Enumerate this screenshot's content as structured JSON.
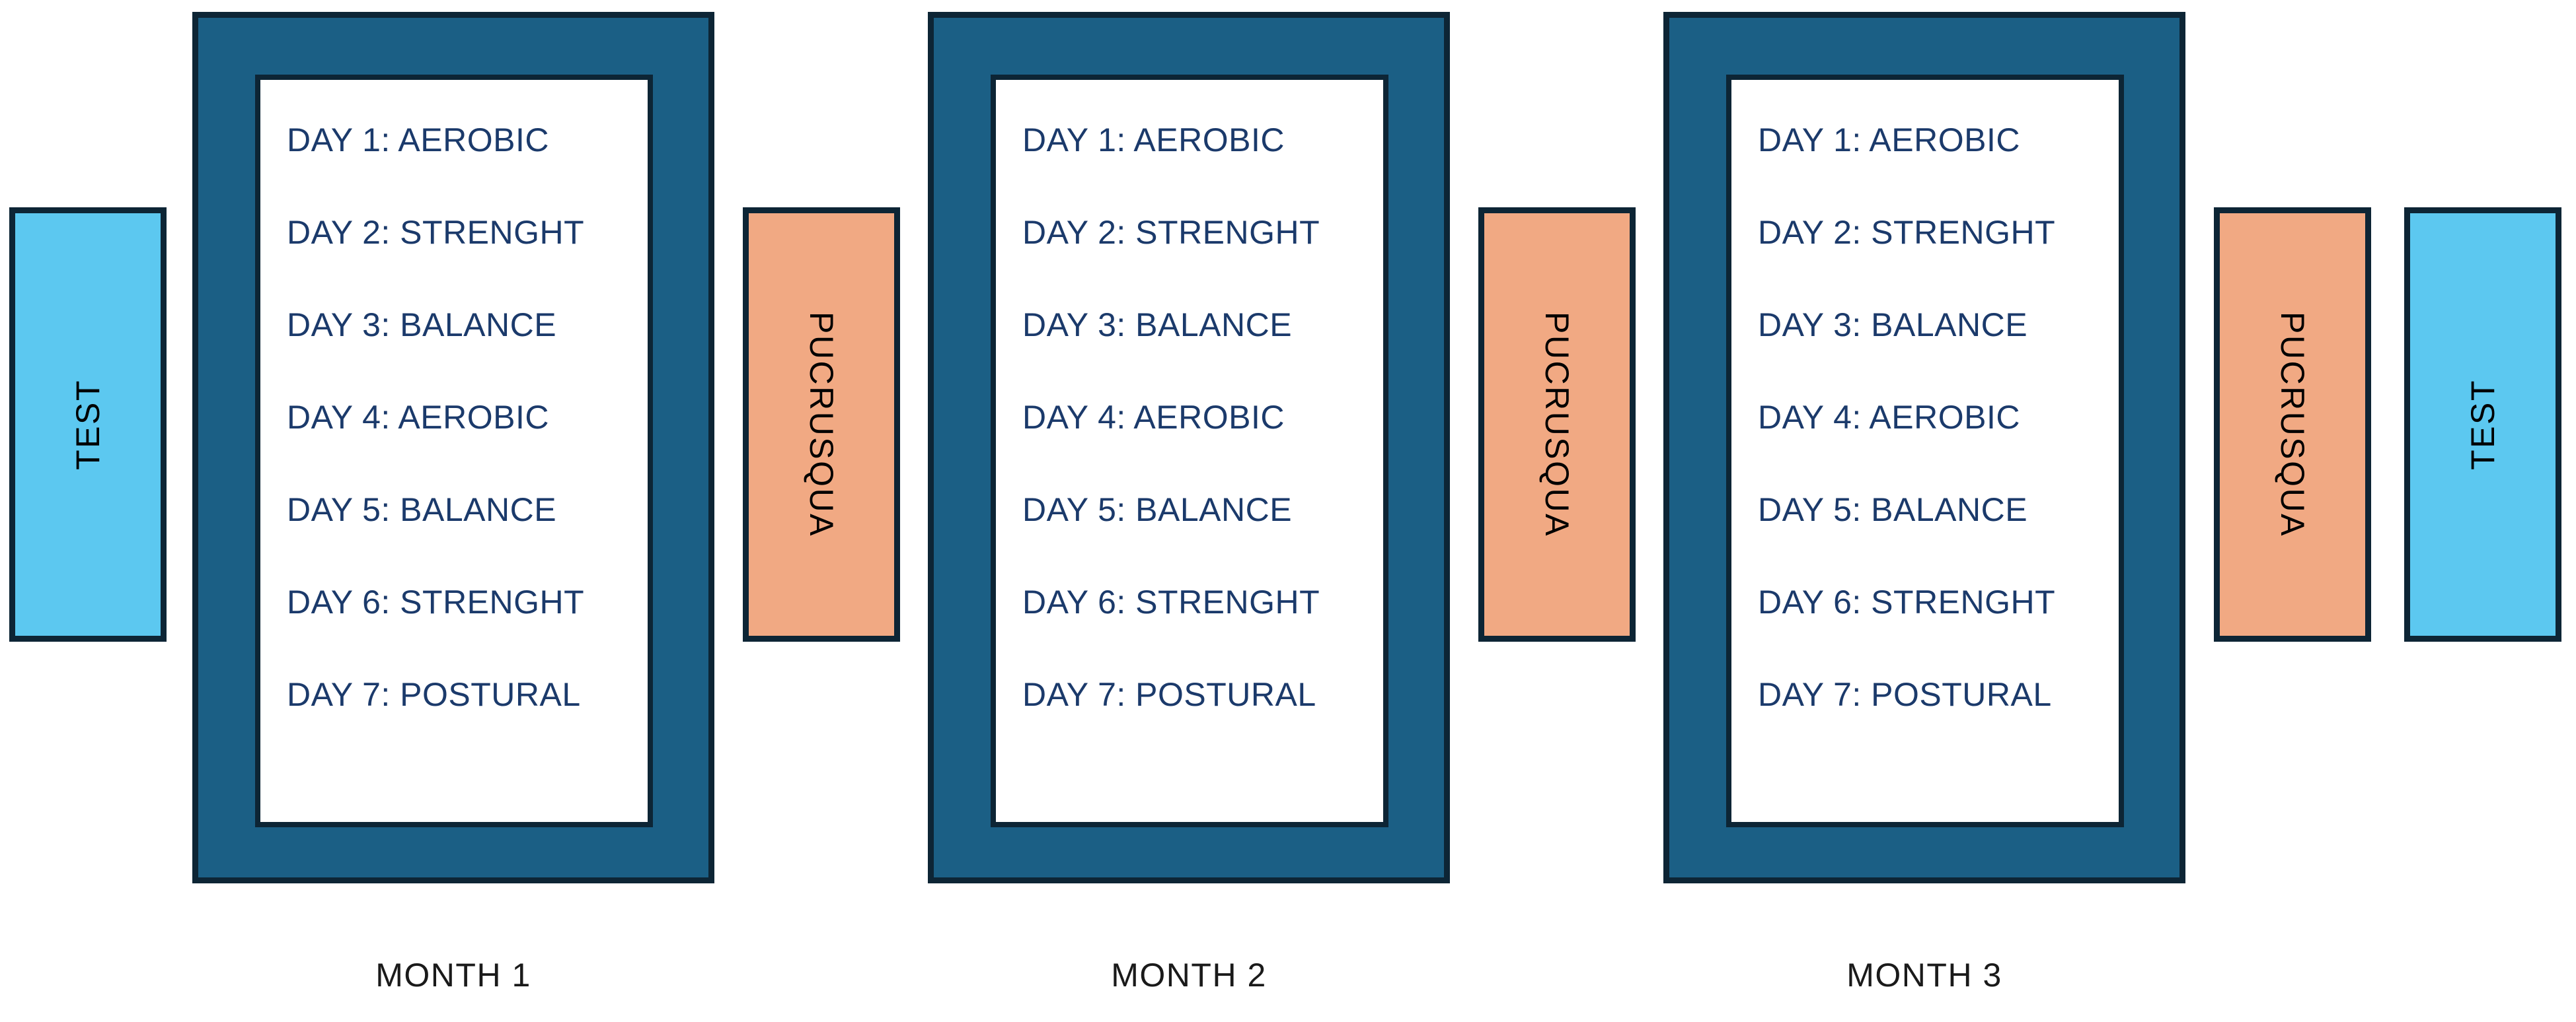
{
  "diagram": {
    "title": "Three month training program timeline",
    "colors": {
      "test_fill": "#5cc8f0",
      "interval_fill": "#f1a983",
      "month_frame_fill": "#1b5f85",
      "border": "#0d2535",
      "panel_fill": "#ffffff",
      "day_text": "#1b3a6b",
      "caption_text": "#1a1a1a"
    }
  },
  "nodes": {
    "test_start": {
      "label": "TEST",
      "orientation": "bottom-to-top"
    },
    "test_end": {
      "label": "TEST",
      "orientation": "bottom-to-top"
    },
    "interval_1": {
      "label": "PUCRUSQUA",
      "orientation": "top-to-bottom"
    },
    "interval_2": {
      "label": "PUCRUSQUA",
      "orientation": "top-to-bottom"
    },
    "interval_3": {
      "label": "PUCRUSQUA",
      "orientation": "top-to-bottom"
    }
  },
  "months": [
    {
      "caption": "MONTH 1",
      "days": [
        "DAY 1: AEROBIC",
        "DAY 2: STRENGHT",
        "DAY 3: BALANCE",
        "DAY 4: AEROBIC",
        "DAY 5: BALANCE",
        "DAY 6: STRENGHT",
        "DAY 7: POSTURAL"
      ]
    },
    {
      "caption": "MONTH 2",
      "days": [
        "DAY 1: AEROBIC",
        "DAY 2: STRENGHT",
        "DAY 3: BALANCE",
        "DAY 4: AEROBIC",
        "DAY 5: BALANCE",
        "DAY 6: STRENGHT",
        "DAY 7: POSTURAL"
      ]
    },
    {
      "caption": "MONTH 3",
      "days": [
        "DAY 1: AEROBIC",
        "DAY 2: STRENGHT",
        "DAY 3: BALANCE",
        "DAY 4: AEROBIC",
        "DAY 5: BALANCE",
        "DAY 6: STRENGHT",
        "DAY 7: POSTURAL"
      ]
    }
  ]
}
